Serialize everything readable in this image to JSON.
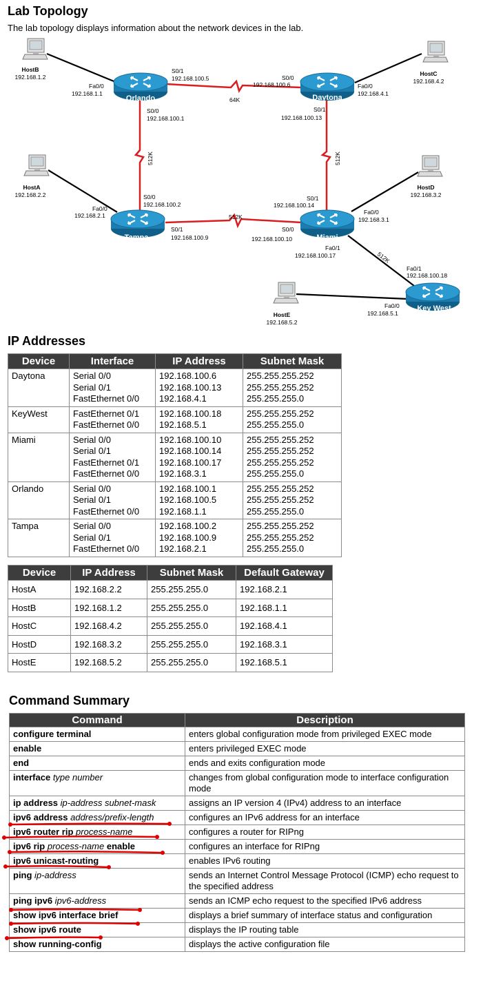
{
  "lab_topology": {
    "heading": "Lab Topology",
    "intro": "The lab topology displays information about the network devices in the lab.",
    "routers": {
      "orlando": "Orlando",
      "daytona": "Daytona",
      "tampa": "Tampa",
      "miami": "Miami",
      "keywest": "Key West"
    },
    "hosts": [
      {
        "name": "HostB",
        "ip": "192.168.1.2"
      },
      {
        "name": "HostC",
        "ip": "192.168.4.2"
      },
      {
        "name": "HostA",
        "ip": "192.168.2.2"
      },
      {
        "name": "HostD",
        "ip": "192.168.3.2"
      },
      {
        "name": "HostE",
        "ip": "192.168.5.2"
      }
    ],
    "labels": {
      "orl_s01": "S0/1",
      "orl_s01_ip": "192.168.100.5",
      "orl_fa00": "Fa0/0",
      "orl_fa00_ip": "192.168.1.1",
      "orl_s00": "S0/0",
      "orl_s00_ip": "192.168.100.1",
      "day_s00": "S0/0",
      "day_s00_ip": "192.168.100.6",
      "day_fa00": "Fa0/0",
      "day_fa00_ip": "192.168.4.1",
      "day_s01": "S0/1",
      "day_s01_ip": "192.168.100.13",
      "link_top": "64K",
      "link_left": "512K",
      "link_right": "512K",
      "link_mid": "512K",
      "link_kw": "512K",
      "tam_s00": "S0/0",
      "tam_s00_ip": "192.168.100.2",
      "tam_fa00": "Fa0/0",
      "tam_fa00_ip": "192.168.2.1",
      "tam_s01": "S0/1",
      "tam_s01_ip": "192.168.100.9",
      "mia_s01": "S0/1",
      "mia_s01_ip": "192.168.100.14",
      "mia_fa00": "Fa0/0",
      "mia_fa00_ip": "192.168.3.1",
      "mia_s00": "S0/0",
      "mia_s00_ip": "192.168.100.10",
      "mia_fa01": "Fa0/1",
      "mia_fa01_ip": "192.168.100.17",
      "kw_fa01": "Fa0/1",
      "kw_fa01_ip": "192.168.100.18",
      "kw_fa00": "Fa0/0",
      "kw_fa00_ip": "192.168.5.1"
    }
  },
  "ip_addresses": {
    "heading": "IP Addresses",
    "router_table": {
      "headers": [
        "Device",
        "Interface",
        "IP Address",
        "Subnet Mask"
      ],
      "rows": [
        [
          "Daytona",
          "Serial 0/0\nSerial 0/1\nFastEthernet 0/0",
          "192.168.100.6\n192.168.100.13\n192.168.4.1",
          "255.255.255.252\n255.255.255.252\n255.255.255.0"
        ],
        [
          "KeyWest",
          "FastEthernet 0/1\nFastEthernet 0/0",
          "192.168.100.18\n192.168.5.1",
          "255.255.255.252\n255.255.255.0"
        ],
        [
          "Miami",
          "Serial 0/0\nSerial 0/1\nFastEthernet 0/1\nFastEthernet 0/0",
          "192.168.100.10\n192.168.100.14\n192.168.100.17\n192.168.3.1",
          "255.255.255.252\n255.255.255.252\n255.255.255.252\n255.255.255.0"
        ],
        [
          "Orlando",
          "Serial 0/0\nSerial 0/1\nFastEthernet 0/0",
          "192.168.100.1\n192.168.100.5\n192.168.1.1",
          "255.255.255.252\n255.255.255.252\n255.255.255.0"
        ],
        [
          "Tampa",
          "Serial 0/0\nSerial 0/1\nFastEthernet 0/0",
          "192.168.100.2\n192.168.100.9\n192.168.2.1",
          "255.255.255.252\n255.255.255.252\n255.255.255.0"
        ]
      ]
    },
    "host_table": {
      "headers": [
        "Device",
        "IP Address",
        "Subnet Mask",
        "Default Gateway"
      ],
      "rows": [
        [
          "HostA",
          "192.168.2.2",
          "255.255.255.0",
          "192.168.2.1"
        ],
        [
          "HostB",
          "192.168.1.2",
          "255.255.255.0",
          "192.168.1.1"
        ],
        [
          "HostC",
          "192.168.4.2",
          "255.255.255.0",
          "192.168.4.1"
        ],
        [
          "HostD",
          "192.168.3.2",
          "255.255.255.0",
          "192.168.3.1"
        ],
        [
          "HostE",
          "192.168.5.2",
          "255.255.255.0",
          "192.168.5.1"
        ]
      ]
    }
  },
  "command_summary": {
    "heading": "Command Summary",
    "headers": [
      "Command",
      "Description"
    ],
    "rows": [
      {
        "cmd": [
          [
            "k",
            "configure terminal"
          ]
        ],
        "desc": "enters global configuration mode from privileged EXEC mode"
      },
      {
        "cmd": [
          [
            "k",
            "enable"
          ]
        ],
        "desc": "enters privileged EXEC mode"
      },
      {
        "cmd": [
          [
            "k",
            "end"
          ]
        ],
        "desc": "ends and exits configuration mode"
      },
      {
        "cmd": [
          [
            "k",
            "interface"
          ],
          [
            "a",
            " type number"
          ]
        ],
        "desc": "changes from global configuration mode to interface configuration mode"
      },
      {
        "cmd": [
          [
            "k",
            "ip address"
          ],
          [
            "a",
            " ip-address subnet-mask"
          ]
        ],
        "desc": "assigns an IP version 4 (IPv4) address to an interface"
      },
      {
        "cmd": [
          [
            "k",
            "ipv6 address"
          ],
          [
            "a",
            " address/prefix-length"
          ]
        ],
        "desc": "configures an IPv6 address for an interface"
      },
      {
        "cmd": [
          [
            "k",
            "ipv6 router rip"
          ],
          [
            "a",
            " process-name"
          ]
        ],
        "desc": "configures a router for RIPng"
      },
      {
        "cmd": [
          [
            "k",
            "ipv6 rip"
          ],
          [
            "a",
            " process-name"
          ],
          [
            "k",
            " enable"
          ]
        ],
        "desc": "configures an interface for RIPng"
      },
      {
        "cmd": [
          [
            "k",
            "ipv6 unicast-routing"
          ]
        ],
        "desc": "enables IPv6 routing"
      },
      {
        "cmd": [
          [
            "k",
            "ping"
          ],
          [
            "a",
            " ip-address"
          ]
        ],
        "desc": "sends an Internet Control Message Protocol (ICMP) echo request to the specified address"
      },
      {
        "cmd": [
          [
            "k",
            "ping ipv6"
          ],
          [
            "a",
            " ipv6-address"
          ]
        ],
        "desc": "sends an ICMP echo request to the specified IPv6 address"
      },
      {
        "cmd": [
          [
            "k",
            "show ipv6 interface brief"
          ]
        ],
        "desc": "displays a brief summary of interface status and configuration"
      },
      {
        "cmd": [
          [
            "k",
            "show ipv6 route"
          ]
        ],
        "desc": "displays the IP routing table"
      },
      {
        "cmd": [
          [
            "k",
            "show running-config"
          ]
        ],
        "desc": "displays the active configuration file"
      }
    ]
  },
  "colors": {
    "router_blue": "#1b7fb3",
    "table_header": "#3d3d3d",
    "serial_link": "#d81e1e",
    "annotation_red": "#e00000"
  }
}
